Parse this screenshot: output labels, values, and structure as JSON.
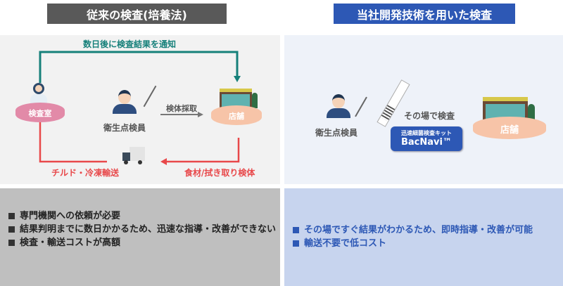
{
  "left": {
    "title": "従来の検査(培養法)",
    "notify": "数日後に検査結果を通知",
    "lab": "検査室",
    "inspector": "衛生点検員",
    "sampling": "検体採取",
    "store": "店舗",
    "transport": "チルド・冷凍輸送",
    "samples": "食材/拭き取り検体",
    "points": [
      "専門機関への依頼が必要",
      "結果判明までに数日かかるため、迅速な指導・改善ができない",
      "検査・輸送コストが高額"
    ]
  },
  "right": {
    "title": "当社開発技術を用いた検査",
    "inspector": "衛生点検員",
    "onsite": "その場で検査",
    "kit_sub": "迅速細菌検査キット",
    "kit_name": "BacNavi™",
    "store": "店舗",
    "points": [
      "その場ですぐ結果がわかるため、即時指導・改善が可能",
      "輸送不要で低コスト"
    ]
  },
  "colors": {
    "teal": "#16807a",
    "red": "#e8484a",
    "blue": "#2d58b5",
    "gray_header": "#595959"
  }
}
